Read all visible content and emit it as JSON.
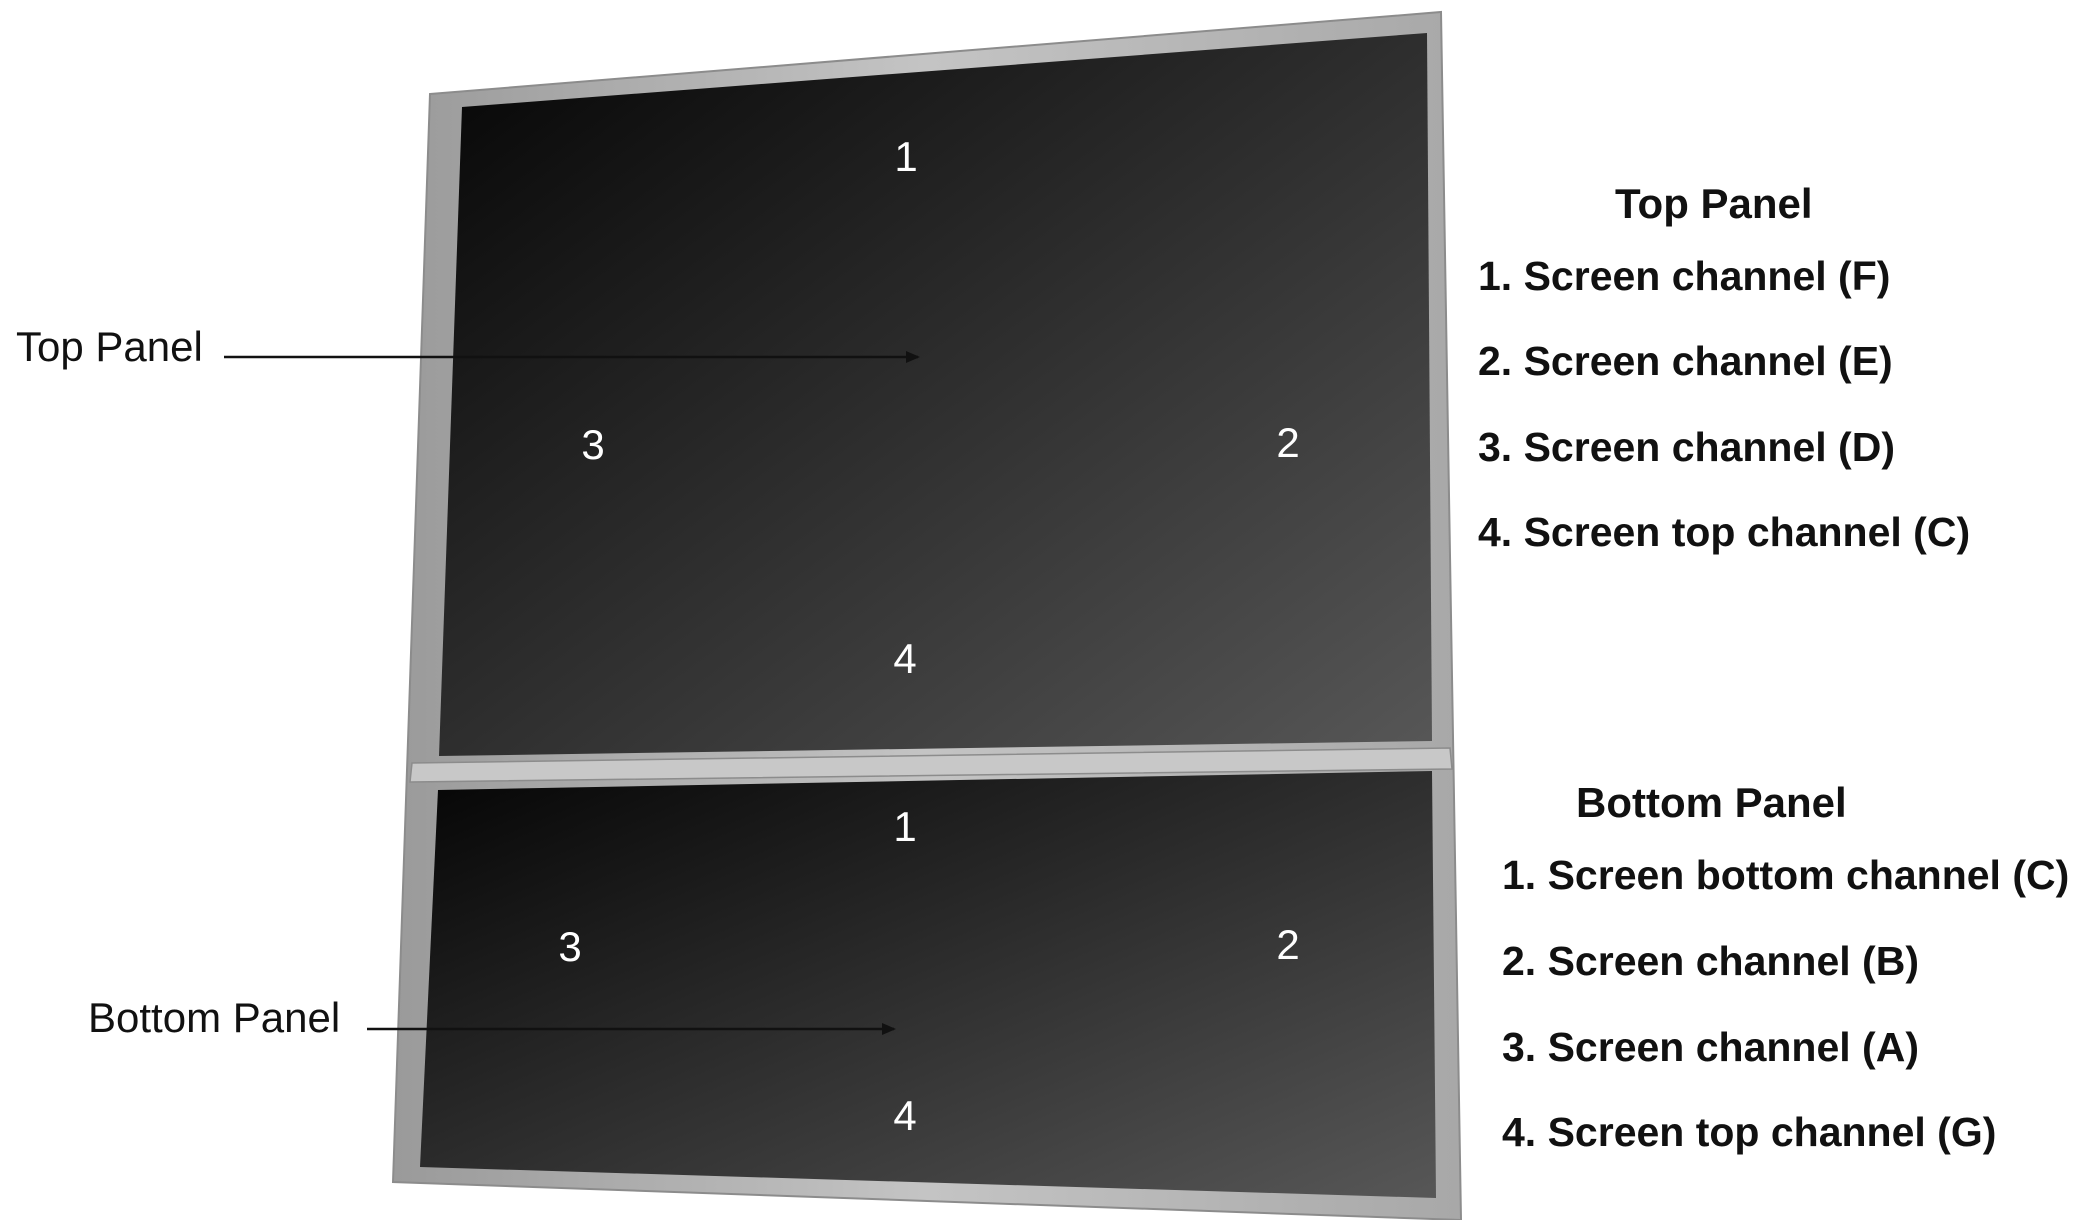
{
  "callouts": {
    "top_panel": "Top Panel",
    "bottom_panel": "Bottom Panel"
  },
  "top_panel_numbers": [
    "1",
    "2",
    "3",
    "4"
  ],
  "bottom_panel_numbers": [
    "1",
    "2",
    "3",
    "4"
  ],
  "legend": {
    "top": {
      "title": "Top Panel",
      "items": [
        "1. Screen channel (F)",
        "2. Screen channel (E)",
        "3. Screen channel (D)",
        "4. Screen top channel (C)"
      ]
    },
    "bottom": {
      "title": "Bottom Panel",
      "items": [
        "1. Screen bottom channel (C)",
        "2. Screen channel (B)",
        "3. Screen channel (A)",
        "4. Screen top channel (G)"
      ]
    }
  },
  "colors": {
    "frame": "#b4b4b4",
    "screen_dark": "#050505",
    "screen_light": "#555555",
    "background": "#ffffff"
  }
}
